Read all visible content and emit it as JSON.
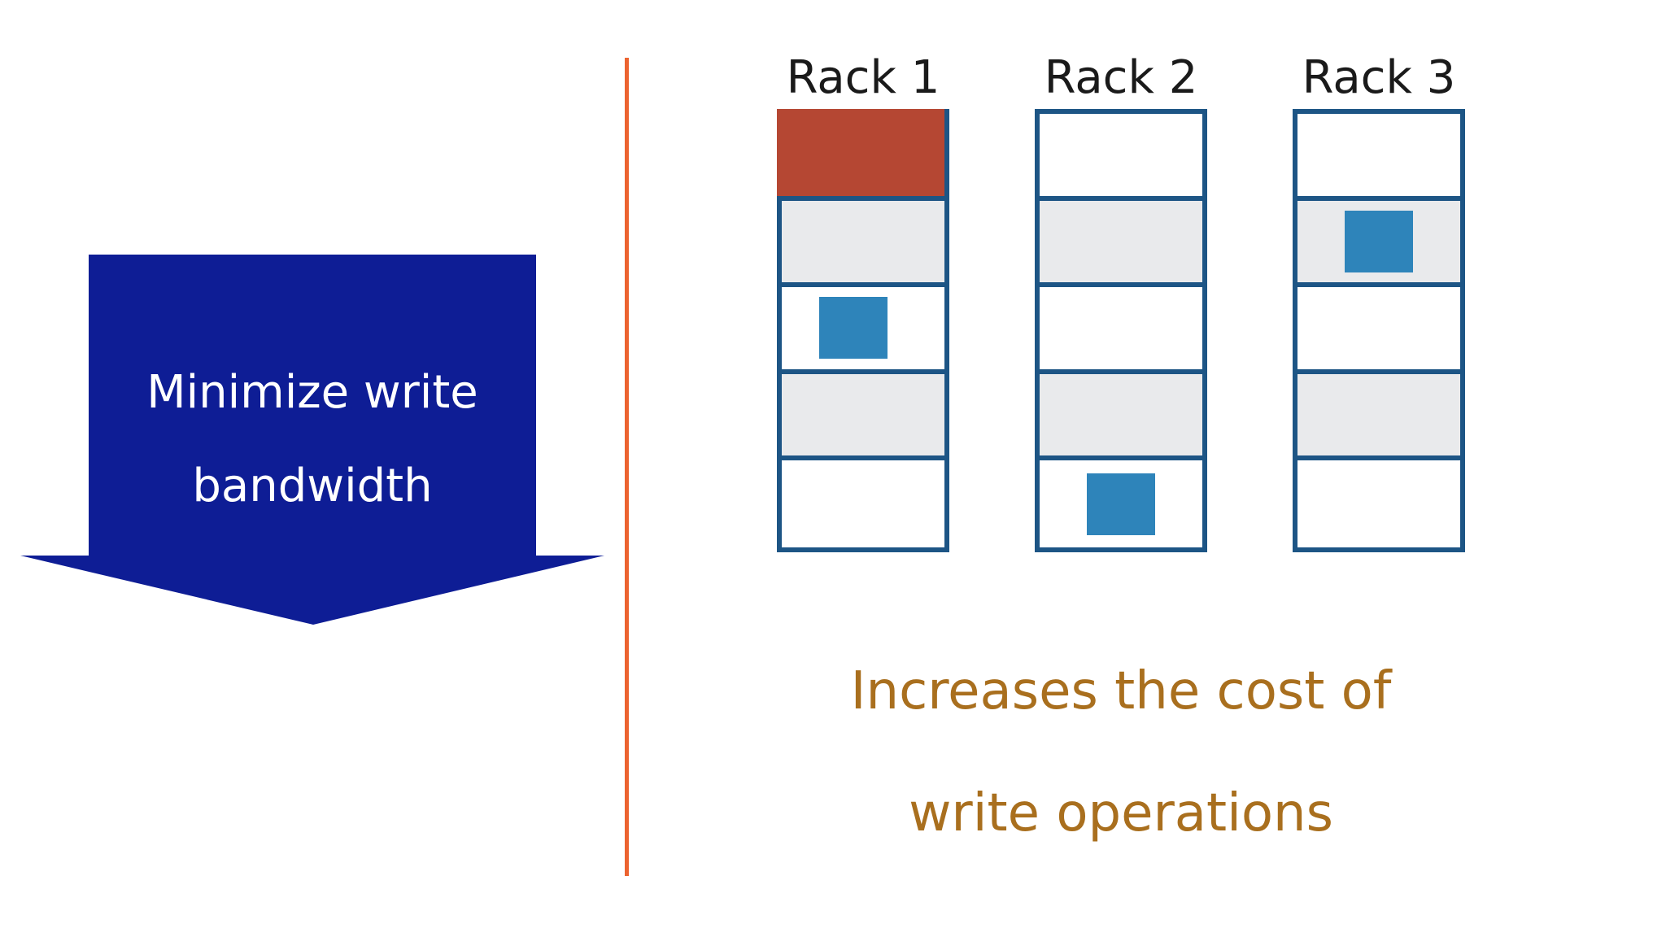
{
  "arrow": {
    "lines": [
      "Minimize write",
      "bandwidth"
    ]
  },
  "racks": [
    {
      "label": "Rack 1",
      "cells": [
        {
          "fill": "red"
        },
        {
          "fill": "gray"
        },
        {
          "fill": "white",
          "square": true,
          "square_align": "left"
        },
        {
          "fill": "gray"
        },
        {
          "fill": "white"
        }
      ]
    },
    {
      "label": "Rack 2",
      "cells": [
        {
          "fill": "white"
        },
        {
          "fill": "gray"
        },
        {
          "fill": "white"
        },
        {
          "fill": "gray"
        },
        {
          "fill": "white",
          "square": true
        }
      ]
    },
    {
      "label": "Rack 3",
      "cells": [
        {
          "fill": "white"
        },
        {
          "fill": "gray",
          "square": true
        },
        {
          "fill": "white"
        },
        {
          "fill": "gray"
        },
        {
          "fill": "white"
        }
      ]
    }
  ],
  "caption": {
    "lines": [
      "Increases the cost of",
      "write operations"
    ]
  },
  "colors": {
    "arrow_blue": "#0E1D95",
    "arrow_text": "#FFFFFF",
    "divider_orange": "#EC6330",
    "rack_border": "#1D5585",
    "cell_gray": "#E9EAEC",
    "cell_red": "#B54733",
    "square_blue": "#2E84BA",
    "caption_brown": "#A96F1E",
    "label_black": "#1A1A1A"
  }
}
